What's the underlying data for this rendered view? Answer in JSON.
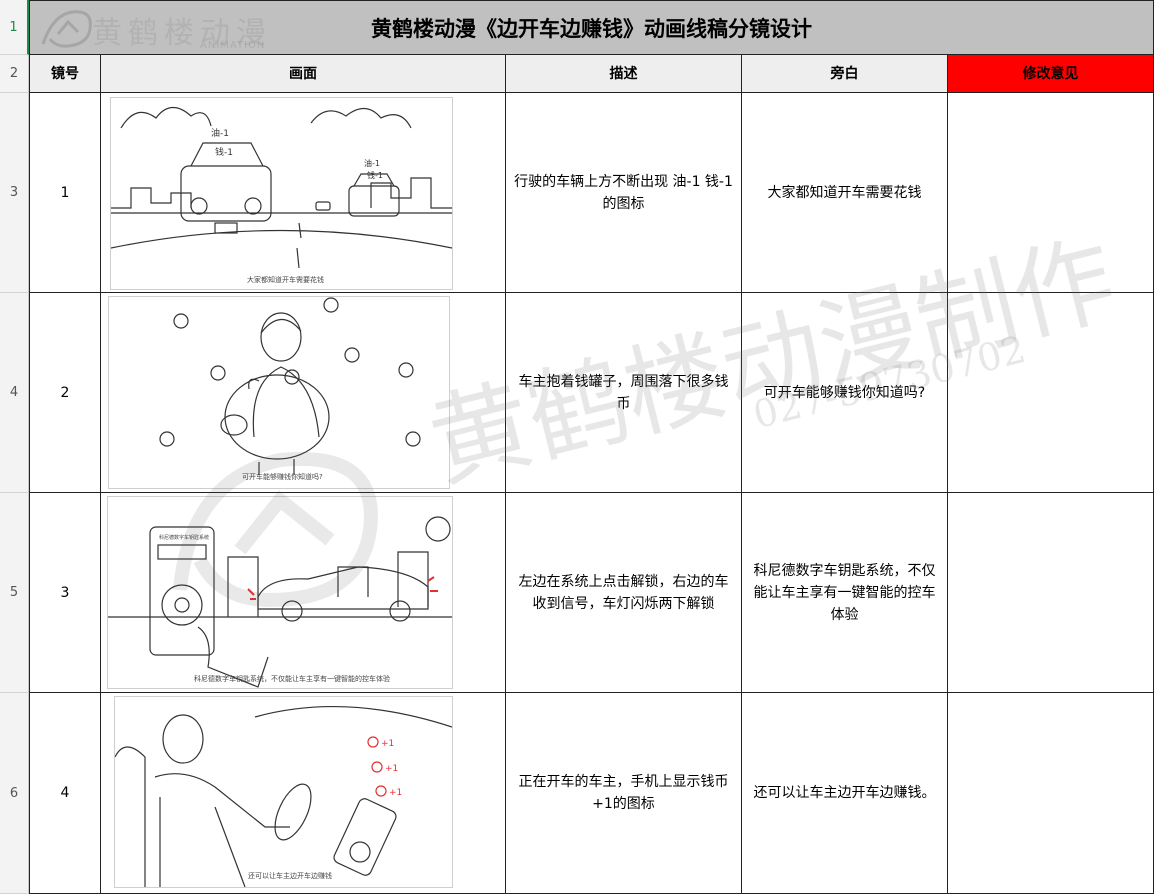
{
  "title": "黄鹤楼动漫《边开车边赚钱》动画线稿分镜设计",
  "logo": {
    "name": "黄鹤楼动漫",
    "sub": "ANIMATION"
  },
  "watermark": {
    "text": "黄鹤楼动漫制作",
    "phone": "027-59730702"
  },
  "row_numbers": [
    "1",
    "2",
    "3",
    "4",
    "5",
    "6"
  ],
  "headers": {
    "shot": "镜号",
    "picture": "画面",
    "description": "描述",
    "narration": "旁白",
    "feedback": "修改意见"
  },
  "colors": {
    "title_bg": "#c0c0c0",
    "header_bg": "#eeeeee",
    "feedback_header_bg": "#ff0000",
    "coin_red": "#e53030",
    "grid": "#222222"
  },
  "shots": [
    {
      "number": "1",
      "description": "行驶的车辆上方不断出现 油-1 钱-1 的图标",
      "narration": "大家都知道开车需要花钱",
      "feedback": "",
      "sketch_caption": "大家都知道开车需要花钱",
      "icons": [
        "油-1",
        "钱-1"
      ]
    },
    {
      "number": "2",
      "description": "车主抱着钱罐子，周围落下很多钱币",
      "narration": "可开车能够赚钱你知道吗?",
      "feedback": "",
      "sketch_caption": "可开车能够赚钱你知道吗?"
    },
    {
      "number": "3",
      "description": "左边在系统上点击解锁，右边的车收到信号，车灯闪烁两下解锁",
      "narration": "科尼德数字车钥匙系统，不仅能让车主享有一键智能的控车体验",
      "feedback": "",
      "sketch_caption": "科尼德数字车钥匙系统，不仅能让车主享有一键智能的控车体验",
      "phone_label": "科尼德数字车钥匙系统"
    },
    {
      "number": "4",
      "description": "正在开车的车主，手机上显示钱币+1的图标",
      "narration": "还可以让车主边开车边赚钱。",
      "feedback": "",
      "sketch_caption": "还可以让车主边开车边赚钱",
      "icons": [
        "+1",
        "+1",
        "+1"
      ]
    }
  ]
}
